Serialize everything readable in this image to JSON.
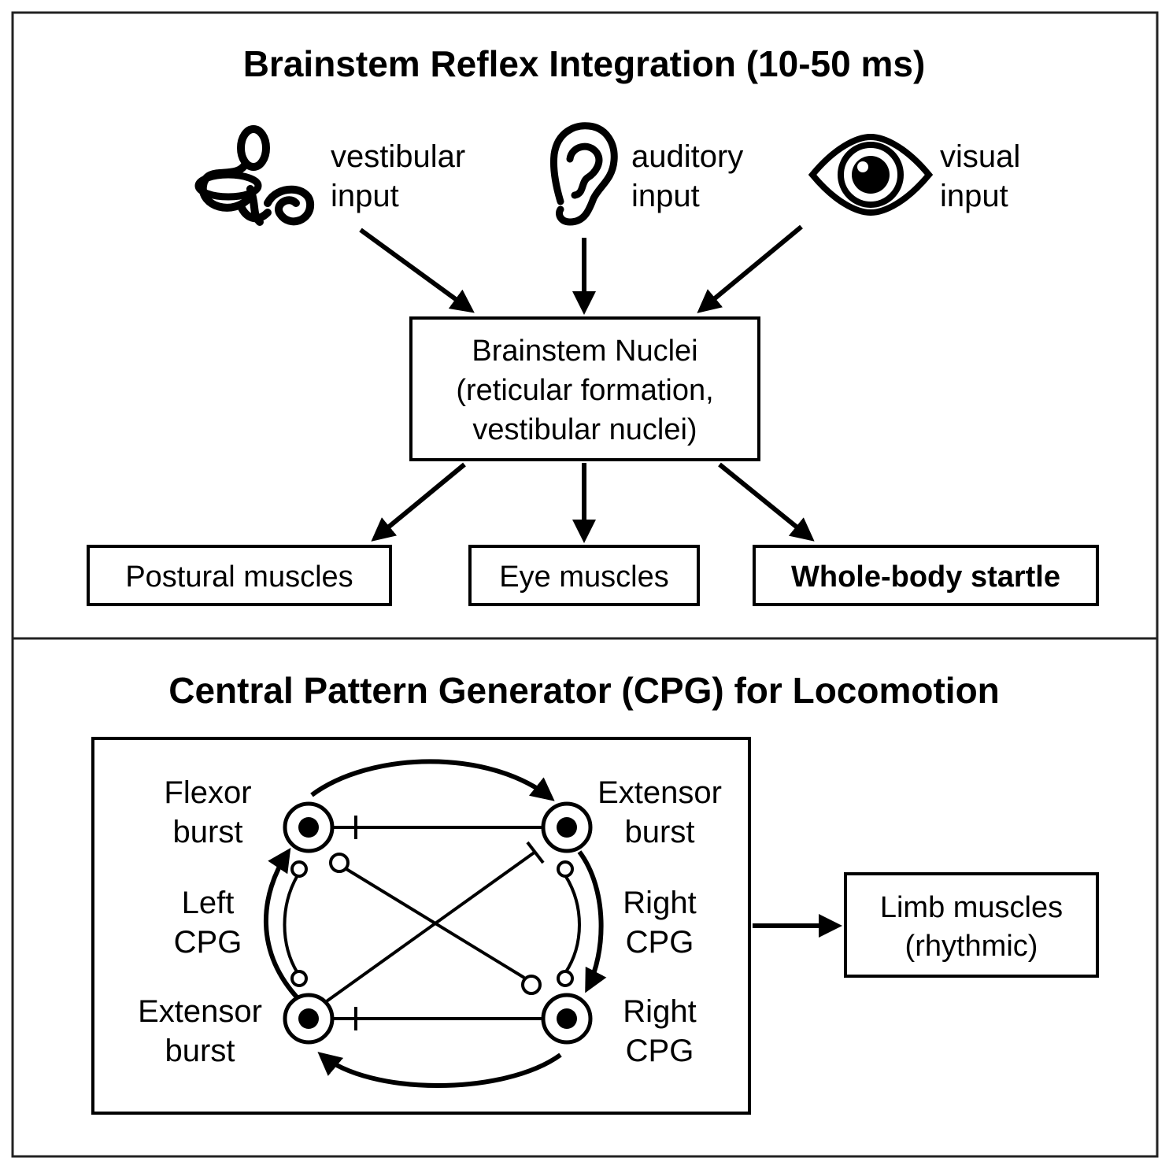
{
  "top_panel": {
    "title": "Brainstem Reflex Integration (10-50 ms)",
    "inputs": [
      {
        "icon": "inner-ear-icon",
        "line1": "vestibular",
        "line2": "input"
      },
      {
        "icon": "ear-icon",
        "line1": "auditory",
        "line2": "input"
      },
      {
        "icon": "eye-icon",
        "line1": "visual",
        "line2": "input"
      }
    ],
    "nuclei": {
      "line1": "Brainstem Nuclei",
      "line2": "(reticular formation,",
      "line3": "vestibular nuclei)"
    },
    "outputs": [
      {
        "label": "Postural muscles"
      },
      {
        "label": "Eye muscles"
      },
      {
        "label": "Whole-body startle"
      }
    ]
  },
  "bottom_panel": {
    "title": "Central Pattern Generator (CPG) for Locomotion",
    "nodes": {
      "top_left": {
        "line1": "Flexor",
        "line2": "burst"
      },
      "top_right": {
        "line1": "Extensor",
        "line2": "burst"
      },
      "bottom_left": {
        "line1": "Extensor",
        "line2": "burst"
      },
      "bottom_right": {
        "line1": "Right",
        "line2": "CPG"
      }
    },
    "side_labels": {
      "left": {
        "line1": "Left",
        "line2": "CPG"
      },
      "right": {
        "line1": "Right",
        "line2": "CPG"
      }
    },
    "output": {
      "line1": "Limb muscles",
      "line2": "(rhythmic)"
    }
  }
}
